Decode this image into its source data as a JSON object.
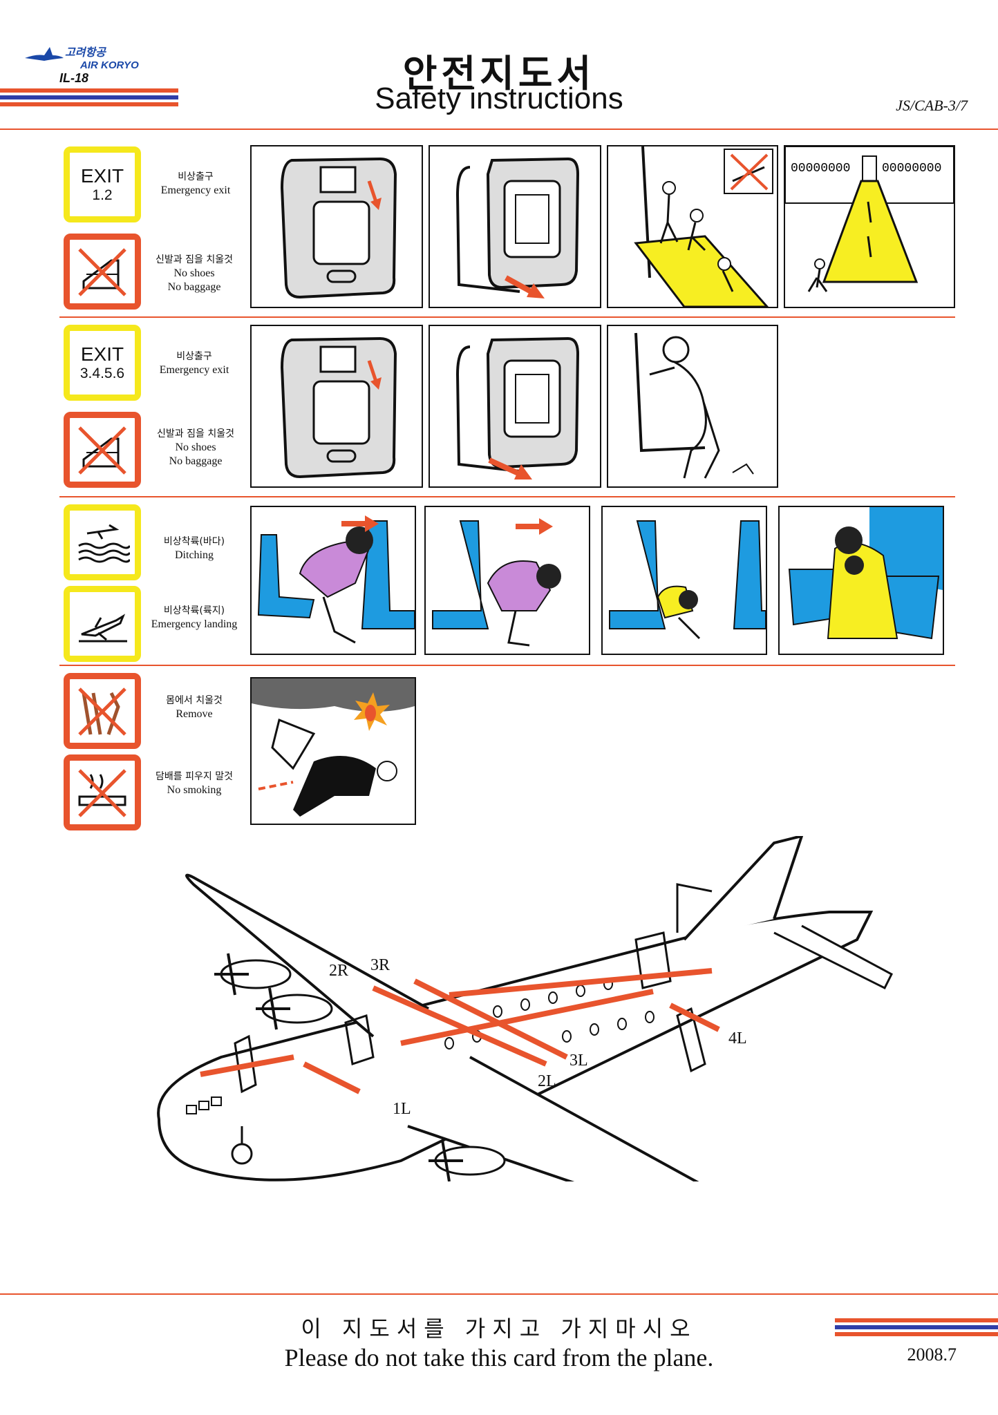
{
  "header": {
    "airline_ko": "고려항공",
    "airline_en": "AIR KORYO",
    "aircraft": "IL-18",
    "title_ko": "안전지도서",
    "title_en": "Safety instructions",
    "card_code": "JS/CAB-3/7"
  },
  "rows": [
    {
      "exit_label": "EXIT",
      "exit_numbers": "1.2",
      "exit_text_ko": "비상출구",
      "exit_text_en": "Emergency exit",
      "warning_ko": "신발과 짐을 치울것",
      "warning_en_1": "No shoes",
      "warning_en_2": "No baggage"
    },
    {
      "exit_label": "EXIT",
      "exit_numbers": "3.4.5.6",
      "exit_text_ko": "비상출구",
      "exit_text_en": "Emergency exit",
      "warning_ko": "신발과 짐을 치울것",
      "warning_en_1": "No shoes",
      "warning_en_2": "No baggage"
    }
  ],
  "brace": {
    "ditching_ko": "비상착륙(바다)",
    "ditching_en": "Ditching",
    "landing_ko": "비상착륙(륙지)",
    "landing_en": "Emergency landing"
  },
  "evacuation": {
    "remove_ko": "몸에서 치울것",
    "remove_en": "Remove",
    "smoking_ko": "담배를 피우지 말것",
    "smoking_en": "No smoking"
  },
  "slide_panel": {
    "window_strip_left": "00000000",
    "window_strip_right": "00000000"
  },
  "plane_exits": {
    "e2R": "2R",
    "e3R": "3R",
    "e1L": "1L",
    "e2L": "2L",
    "e3L": "3L",
    "e4L": "4L"
  },
  "footer": {
    "notice_ko": "이 지도서를 가지고 가지마시오",
    "notice_en": "Please do not take this card from the plane.",
    "date": "2008.7"
  },
  "colors": {
    "accent_red": "#e8542d",
    "accent_blue": "#2f3ea8",
    "icon_yellow": "#f5e81c",
    "seat_blue": "#1e9be0",
    "figure_pink": "#c98ad8",
    "figure_yellow": "#f7ee22"
  }
}
